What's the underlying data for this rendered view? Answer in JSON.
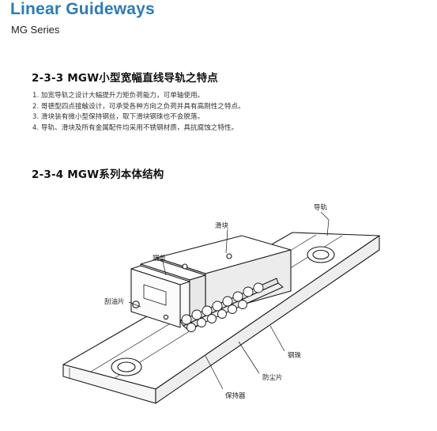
{
  "header": {
    "title": "Linear Guideways",
    "subtitle": "MG Series"
  },
  "features": {
    "heading": "2-3-3 MGW小型宽幅直线导轨之特点",
    "items": [
      "1. 加宽导轨之设计大幅提升力矩负荷能力，可单轴使用。",
      "2. 哥德型四点接触设计，可承受各种方向之负荷并具有高刚性之特点。",
      "3. 滑块装有微小型保持钢丝，取下滑块钢珠也不会脱落。",
      "4. 导轨、滑块及所有金属配件均采用不锈钢材质，具抗腐蚀之特性。"
    ]
  },
  "structure": {
    "heading": "2-3-4 MGW系列本体结构",
    "labels": {
      "rail": "导轨",
      "block": "滑块",
      "end_cap": "端盖",
      "end_seal": "刮油片",
      "ball": "钢珠",
      "dust_seal": "防尘片",
      "retainer": "保持器"
    }
  }
}
